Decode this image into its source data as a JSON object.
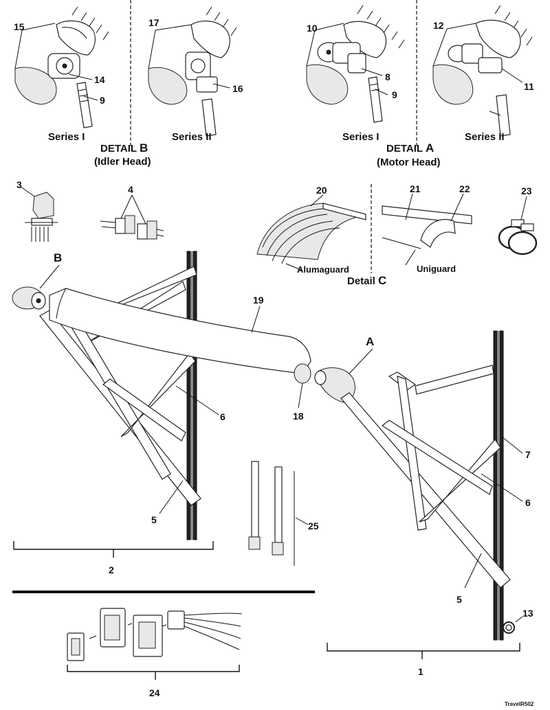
{
  "callouts": {
    "c1": "1",
    "c2": "2",
    "c3": "3",
    "c4": "4",
    "c5a": "5",
    "c5b": "5",
    "c6a": "6",
    "c6b": "6",
    "c7": "7",
    "c8": "8",
    "c9a": "9",
    "c9b": "9",
    "c10": "10",
    "c11": "11",
    "c12": "12",
    "c13": "13",
    "c14": "14",
    "c15": "15",
    "c16": "16",
    "c17": "17",
    "c18": "18",
    "c19": "19",
    "c20": "20",
    "c21": "21",
    "c22": "22",
    "c23": "23",
    "c24": "24",
    "c25": "25",
    "cA": "A",
    "cB": "B"
  },
  "detail_b": {
    "series1": "Series I",
    "series2": "Series II",
    "title_prefix": "DETAIL ",
    "title_letter": "B",
    "subtitle": "(Idler Head)"
  },
  "detail_a": {
    "series1": "Series I",
    "series2": "Series II",
    "title_prefix": "DETAIL ",
    "title_letter": "A",
    "subtitle": "(Motor Head)"
  },
  "detail_c": {
    "title_prefix": "Detail ",
    "title_letter": "C",
    "alumaguard": "Alumaguard",
    "uniguard": "Uniguard"
  },
  "drawing_code": "TravelR502"
}
